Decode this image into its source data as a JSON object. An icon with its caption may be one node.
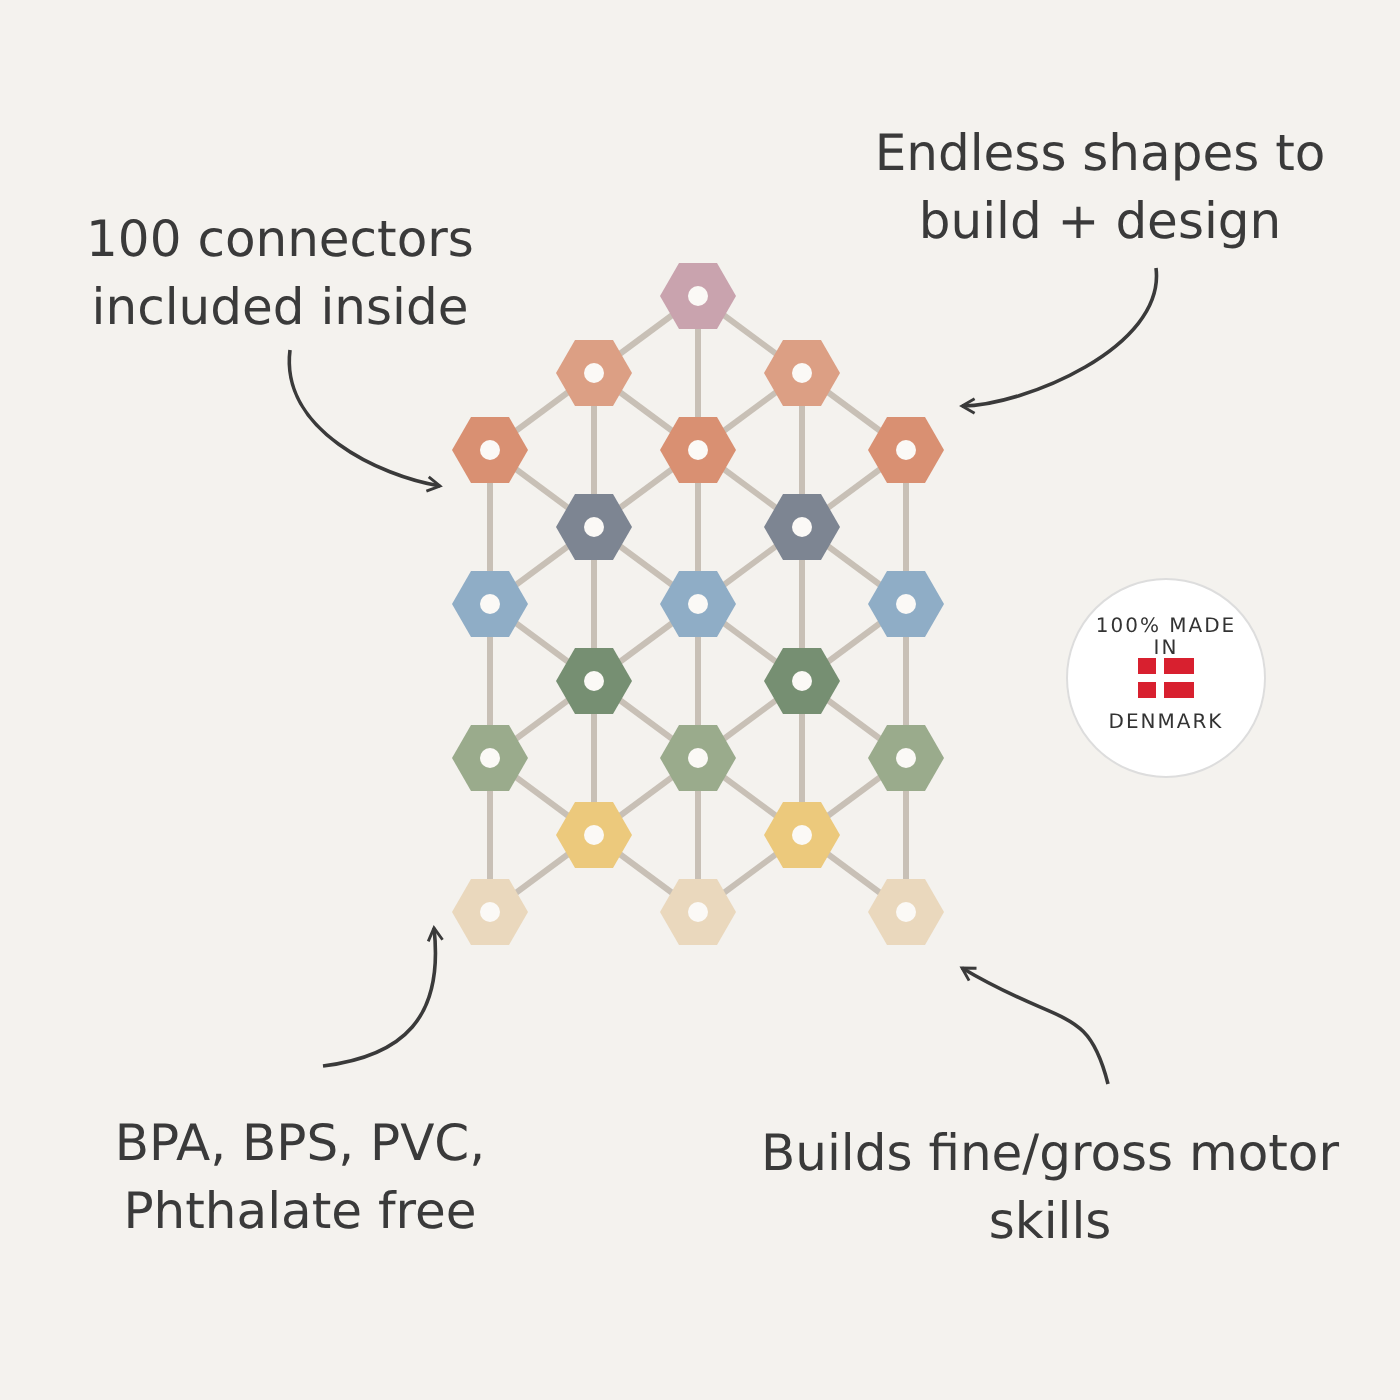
{
  "diagram": {
    "nodes": [
      {
        "text": [
          "100 connectors included inside"
        ]
      },
      {
        "text": [
          "Endless shapes to build + design"
        ]
      },
      {
        "text": [
          "BPA, BPS, PVC, Phthalate free"
        ]
      },
      {
        "text": [
          "Builds fine/gross motor skills"
        ]
      },
      {
        "text": [],
        "shape": "picture"
      },
      {
        "text": [
          "100% MADE IN",
          "DENMARK"
        ]
      }
    ],
    "edges": [
      {
        "from": 0,
        "to": 4,
        "arrow": "to"
      },
      {
        "from": 1,
        "to": 4,
        "arrow": "to"
      },
      {
        "from": 2,
        "to": 4,
        "arrow": "to"
      },
      {
        "from": 3,
        "to": 4,
        "arrow": "to"
      }
    ]
  }
}
